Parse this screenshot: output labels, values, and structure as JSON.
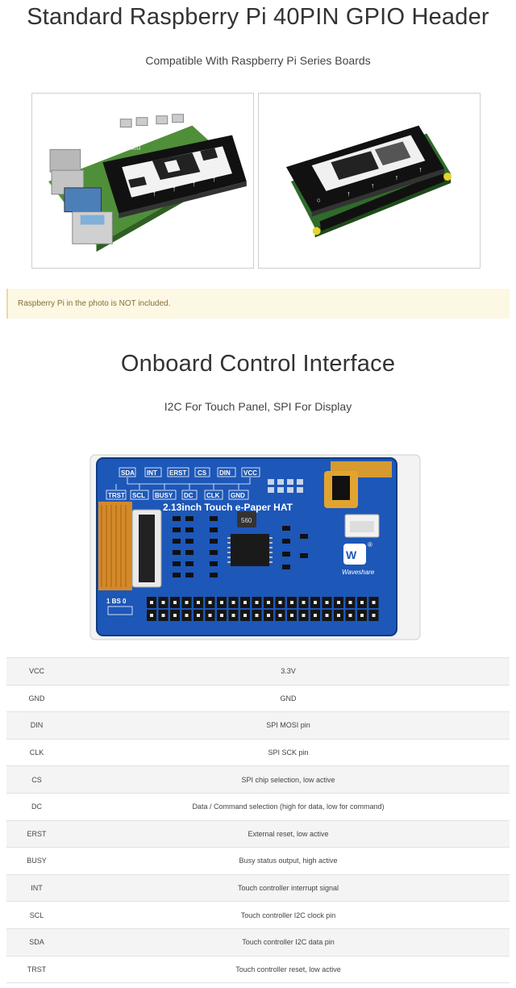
{
  "section1": {
    "title": "Standard Raspberry Pi 40PIN GPIO Header",
    "subtitle": "Compatible With Raspberry Pi Series Boards",
    "photo_left_text": "nacu",
    "notice": "Raspberry Pi in the photo is NOT included."
  },
  "section2": {
    "title": "Onboard Control Interface",
    "subtitle": "I2C For Touch Panel, SPI For Display"
  },
  "board": {
    "top_labels": [
      "SDA",
      "INT",
      "ERST",
      "CS",
      "DIN",
      "VCC"
    ],
    "bottom_labels": [
      "TRST",
      "SCL",
      "BUSY",
      "DC",
      "CLK",
      "GND"
    ],
    "title": "2.13inch Touch e-Paper HAT",
    "inductor": "560",
    "brand": "Waveshare",
    "registered": "®",
    "bs_label": "1 BS 0"
  },
  "pins": [
    {
      "pin": "VCC",
      "desc": "3.3V"
    },
    {
      "pin": "GND",
      "desc": "GND"
    },
    {
      "pin": "DIN",
      "desc": "SPI MOSI pin"
    },
    {
      "pin": "CLK",
      "desc": "SPI SCK pin"
    },
    {
      "pin": "CS",
      "desc": "SPI chip selection, low active"
    },
    {
      "pin": "DC",
      "desc": "Data / Command selection (high for data, low for command)"
    },
    {
      "pin": "ERST",
      "desc": "External reset, low active"
    },
    {
      "pin": "BUSY",
      "desc": "Busy status output, high active"
    },
    {
      "pin": "INT",
      "desc": "Touch controller interrupt signal"
    },
    {
      "pin": "SCL",
      "desc": "Touch controller I2C clock pin"
    },
    {
      "pin": "SDA",
      "desc": "Touch controller I2C data pin"
    },
    {
      "pin": "TRST",
      "desc": "Touch controller reset, low active"
    }
  ]
}
